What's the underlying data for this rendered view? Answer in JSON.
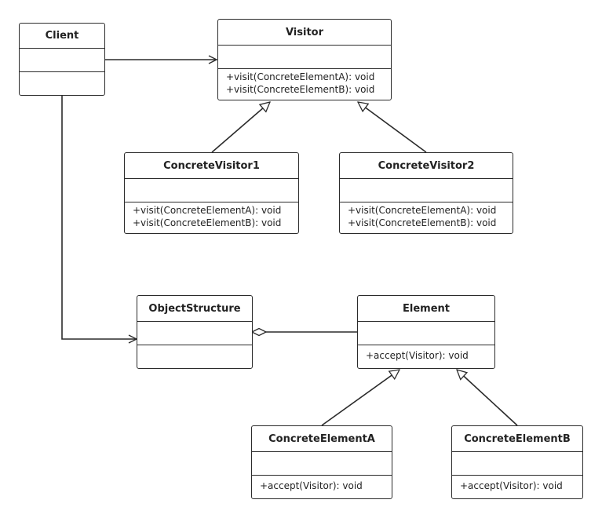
{
  "classes": {
    "client": {
      "name": "Client",
      "operations": []
    },
    "visitor": {
      "name": "Visitor",
      "operations": [
        "+visit(ConcreteElementA): void",
        "+visit(ConcreteElementB): void"
      ]
    },
    "concrete_visitor1": {
      "name": "ConcreteVisitor1",
      "operations": [
        "+visit(ConcreteElementA): void",
        "+visit(ConcreteElementB): void"
      ]
    },
    "concrete_visitor2": {
      "name": "ConcreteVisitor2",
      "operations": [
        "+visit(ConcreteElementA): void",
        "+visit(ConcreteElementB): void"
      ]
    },
    "object_structure": {
      "name": "ObjectStructure",
      "operations": []
    },
    "element": {
      "name": "Element",
      "operations": [
        "+accept(Visitor): void"
      ]
    },
    "concrete_element_a": {
      "name": "ConcreteElementA",
      "operations": [
        "+accept(Visitor): void"
      ]
    },
    "concrete_element_b": {
      "name": "ConcreteElementB",
      "operations": [
        "+accept(Visitor): void"
      ]
    }
  },
  "relations": [
    {
      "from": "Client",
      "to": "Visitor",
      "type": "association"
    },
    {
      "from": "Client",
      "to": "ObjectStructure",
      "type": "association"
    },
    {
      "from": "ConcreteVisitor1",
      "to": "Visitor",
      "type": "generalization"
    },
    {
      "from": "ConcreteVisitor2",
      "to": "Visitor",
      "type": "generalization"
    },
    {
      "from": "ObjectStructure",
      "to": "Element",
      "type": "aggregation"
    },
    {
      "from": "ConcreteElementA",
      "to": "Element",
      "type": "generalization"
    },
    {
      "from": "ConcreteElementB",
      "to": "Element",
      "type": "generalization"
    }
  ],
  "colors": {
    "line": "#2b2b2b",
    "background": "#ffffff"
  }
}
